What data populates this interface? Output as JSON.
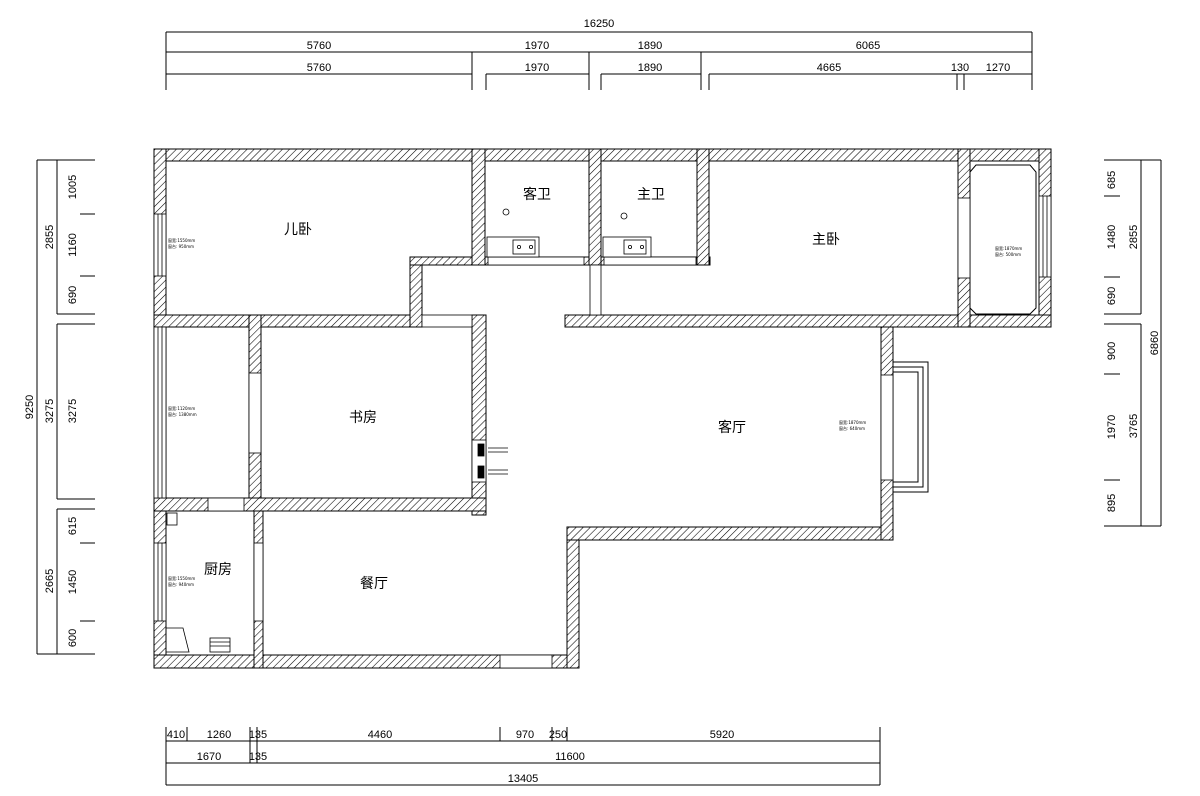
{
  "rooms": {
    "child_bedroom": "儿卧",
    "guest_bathroom": "客卫",
    "master_bathroom": "主卫",
    "master_bedroom": "主卧",
    "study": "书房",
    "living_room": "客厅",
    "kitchen": "厨房",
    "dining_room": "餐厅"
  },
  "dimensions": {
    "top": {
      "total": "16250",
      "row1": [
        "5760",
        "1970",
        "1890",
        "6065"
      ],
      "row2": [
        "5760",
        "1970",
        "1890",
        "4665",
        "130",
        "1270"
      ]
    },
    "bottom": {
      "row1": [
        "410",
        "1260",
        "135",
        "4460",
        "970",
        "250",
        "5920"
      ],
      "row2": [
        "1670",
        "135",
        "11600"
      ],
      "total": "13405"
    },
    "left": {
      "total": "9250",
      "outer": [
        "2855",
        "3275",
        "2665"
      ],
      "inner": [
        "1005",
        "1160",
        "690",
        "615",
        "1450",
        "600"
      ]
    },
    "right": {
      "total": "6860",
      "outer": [
        "2855",
        "3765"
      ],
      "inner": [
        "685",
        "1480",
        "690",
        "900",
        "1970",
        "895"
      ]
    }
  },
  "window_notes": {
    "child_bedroom": [
      "窗宽:1550mm",
      "窗台: 950mm"
    ],
    "study": [
      "窗宽:1120mm",
      "窗台: 1380mm"
    ],
    "kitchen": [
      "窗宽:1550mm",
      "窗台: 940mm"
    ],
    "balcony": [
      "窗宽:1870mm",
      "窗台: 500mm"
    ],
    "living_room": [
      "窗宽:1870mm",
      "窗台: 640mm"
    ]
  }
}
